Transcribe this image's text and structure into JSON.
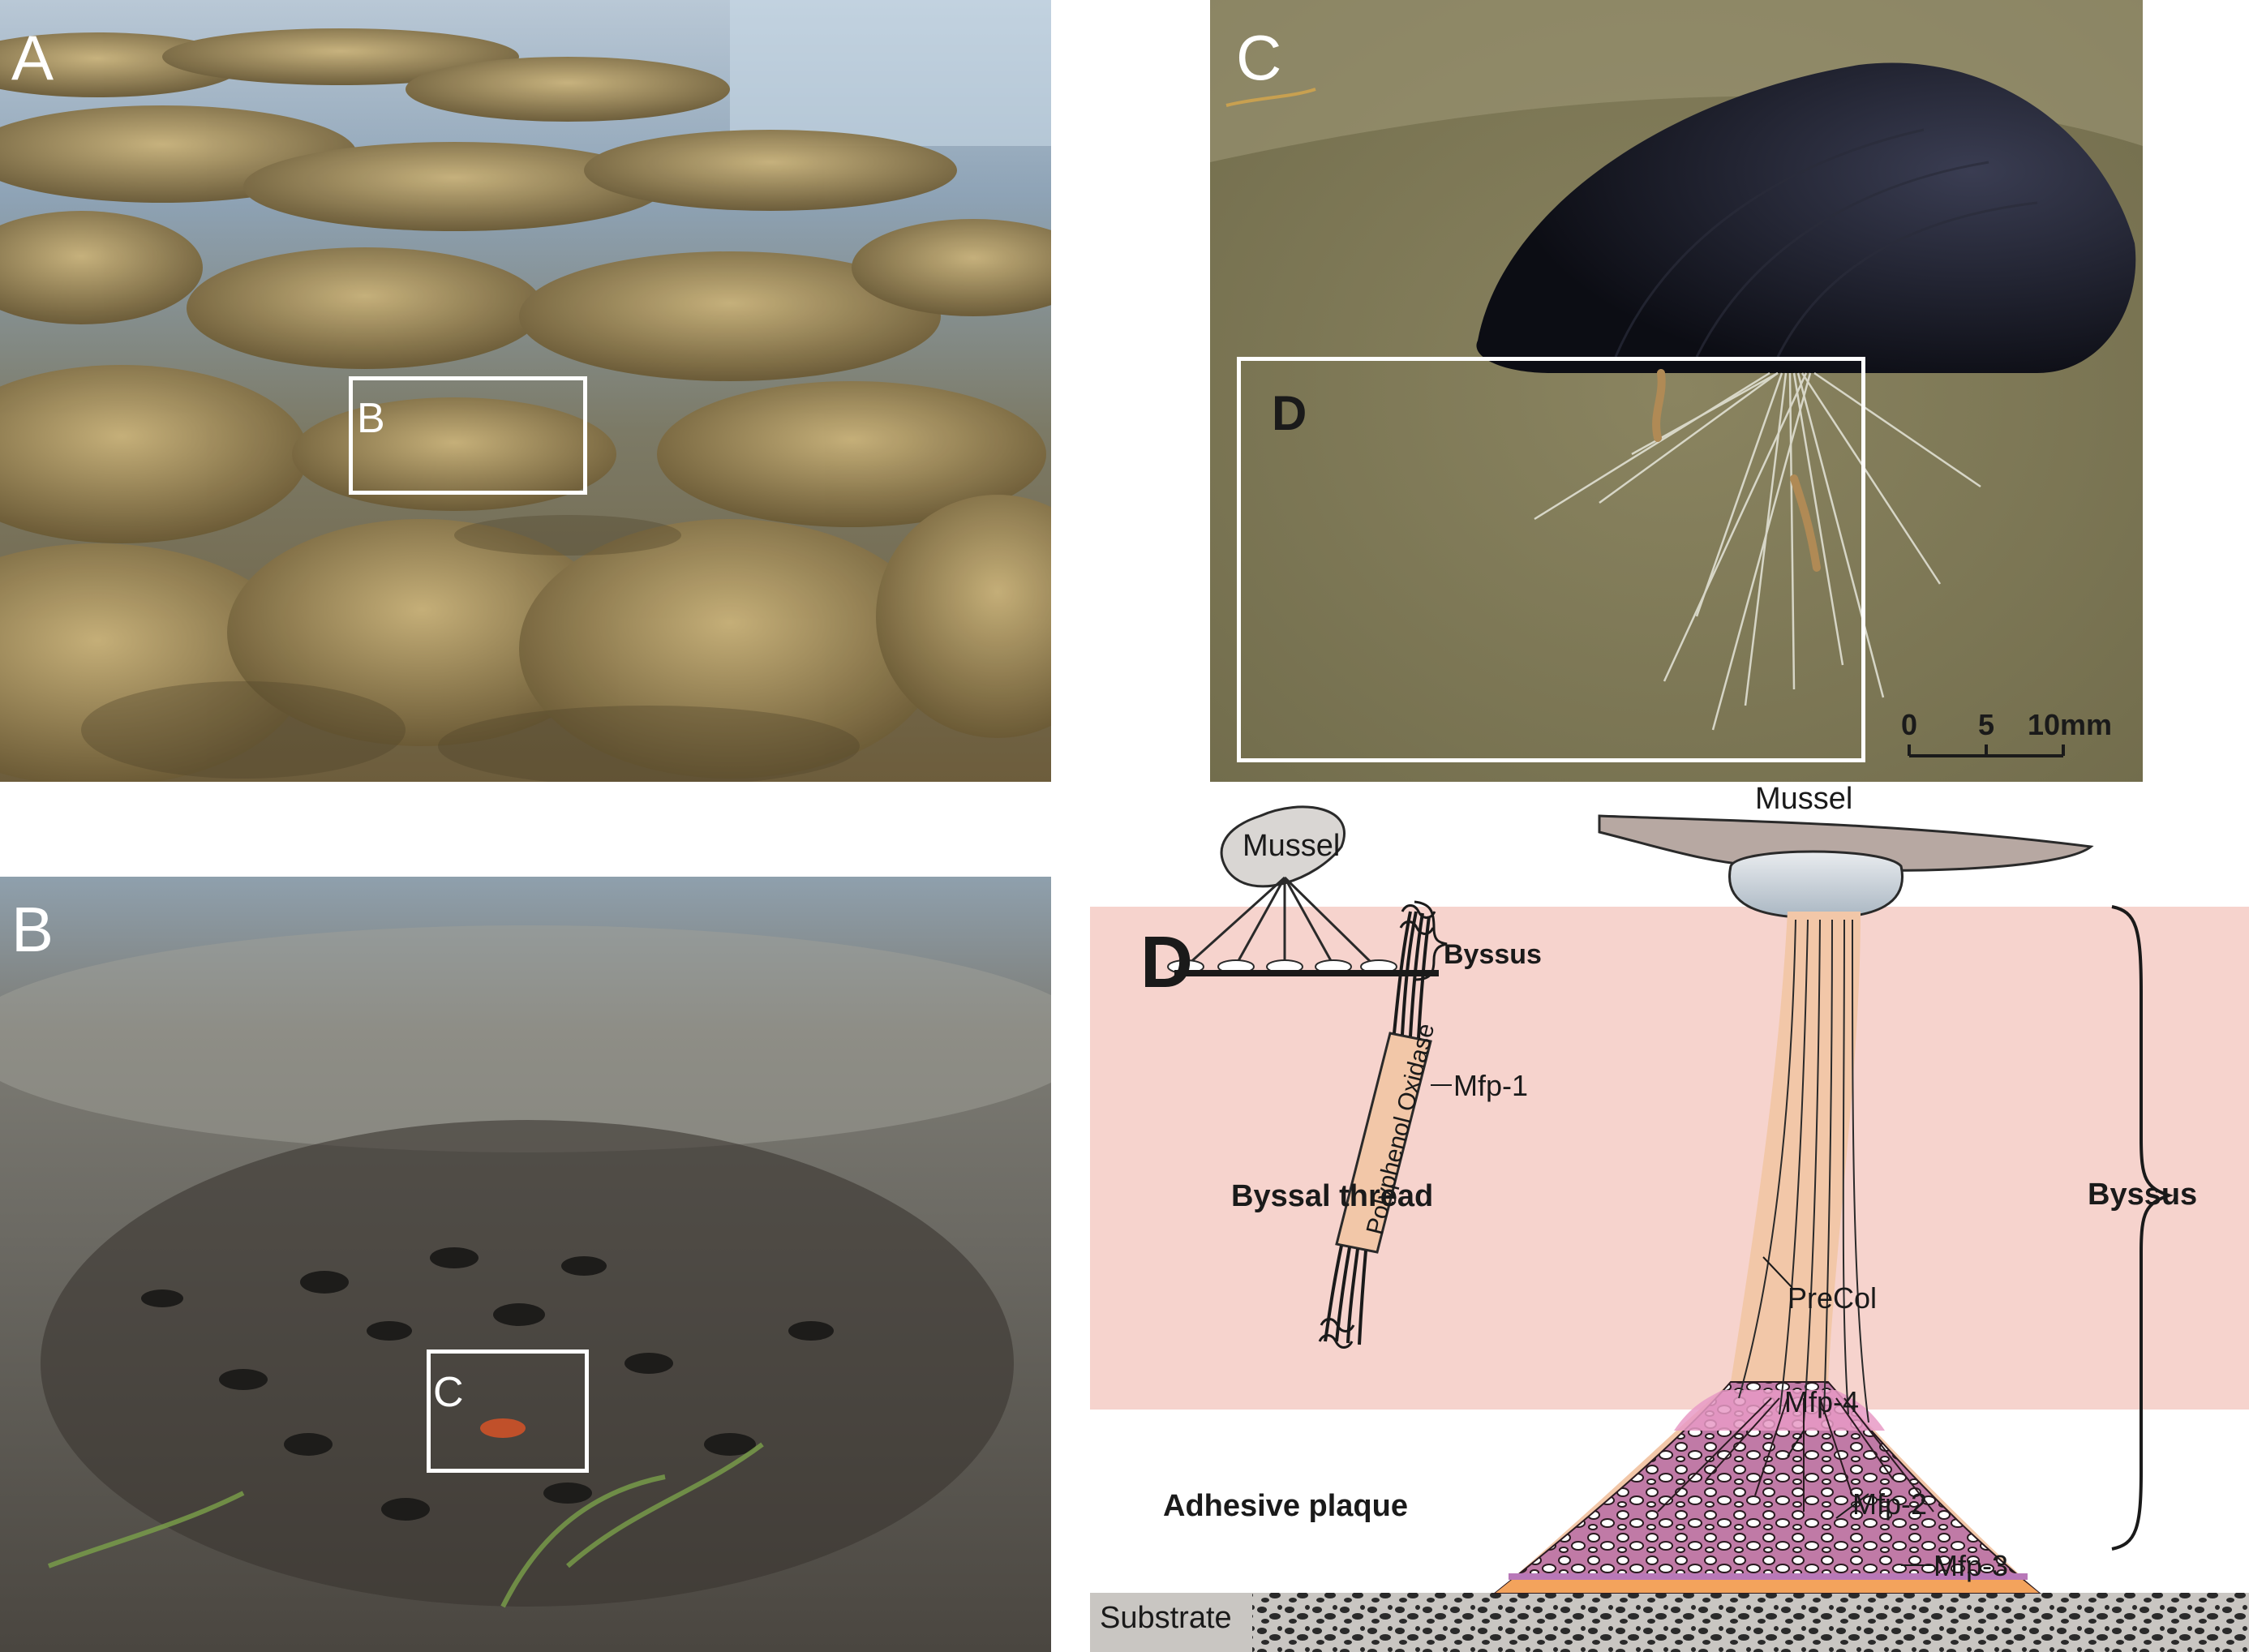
{
  "panels": {
    "a": {
      "label": "A",
      "inset_label": "B"
    },
    "b": {
      "label": "B",
      "inset_label": "C"
    },
    "c": {
      "label": "C",
      "inset_label": "D",
      "scale_ticks": [
        "0",
        "5",
        "10mm"
      ]
    },
    "d": {
      "label": "D",
      "mussel_top": "Mussel",
      "inset_mussel": "Mussel",
      "inset_byssus": "Byssus",
      "byssal_thread": "Byssal thread",
      "adhesive_plaque": "Adhesive plaque",
      "substrate": "Substrate",
      "byssus": "Byssus",
      "polyphenol_oxidase": "Polyphenol Oxidase",
      "mfp1": "Mfp-1",
      "precol": "PreCol",
      "mfp4": "Mfp-4",
      "mfp2": "Mfp-2",
      "mfp3": "Mfp-3"
    }
  },
  "colors": {
    "pink_band": "#f6d3cd",
    "thread": "#f2c7a8",
    "plaque": "#d98bb8",
    "plaque_base": "#f3a35c",
    "substrate": "#c9c6c2",
    "mud": "#8f7a4e",
    "water": "#8aa3b8"
  }
}
